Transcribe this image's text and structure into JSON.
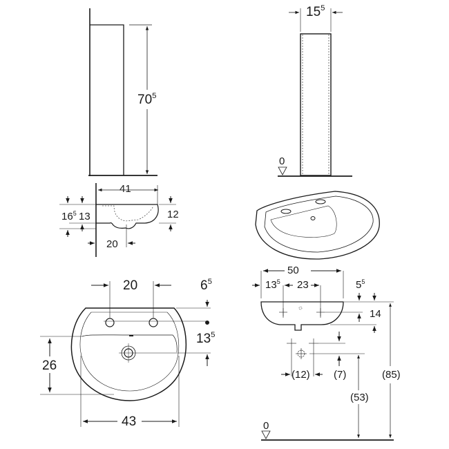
{
  "drawing": {
    "subject": "Washbasin with pedestal - dimension drawing",
    "units": "cm",
    "colors": {
      "line": "#1a1a1a",
      "thin": "#555555",
      "background": "#ffffff"
    }
  },
  "views": {
    "pedestal_side": {
      "height": {
        "main": "70",
        "sup": "5"
      }
    },
    "pedestal_front": {
      "width": {
        "main": "15",
        "sup": "5"
      },
      "floor_level": "0"
    },
    "basin_side": {
      "depth": "41",
      "total_height": {
        "main": "16",
        "sup": "5"
      },
      "rim_height": "13",
      "inner_height": "12",
      "drain_offset": "20"
    },
    "basin_perspective": {
      "label": ""
    },
    "basin_top": {
      "tap_hole_spacing": "20",
      "edge_to_tap": {
        "main": "6",
        "sup": "5"
      },
      "tap_to_drain": {
        "main": "13",
        "sup": "5"
      },
      "bowl_depth": "26",
      "bowl_width": "43"
    },
    "basin_front": {
      "overall_width": "50",
      "edge_offset": {
        "main": "13",
        "sup": "5"
      },
      "tap_spacing": "23",
      "rim_offset": {
        "main": "5",
        "sup": "5"
      },
      "basin_height": "14",
      "supply_spacing": "(12)",
      "supply_drop": "(7)",
      "drain_height": "(53)",
      "rim_height": "(85)",
      "floor_level": "0"
    }
  }
}
